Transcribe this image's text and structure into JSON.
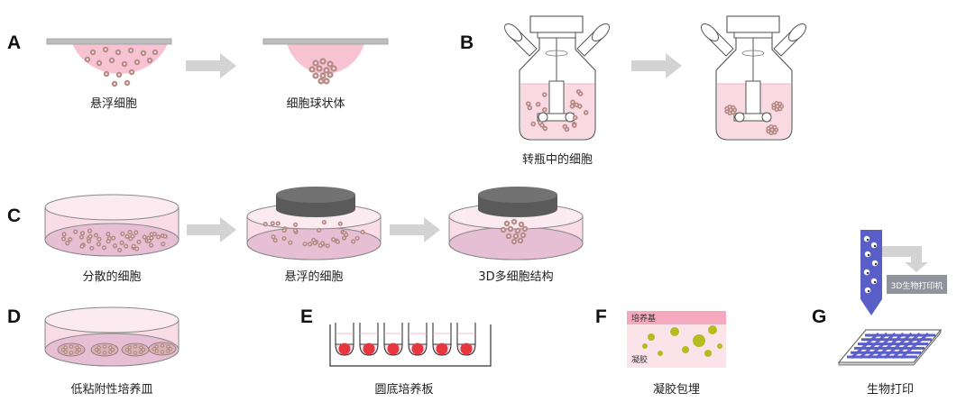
{
  "panels": [
    {
      "letter": "A",
      "captions": [
        "悬浮细胞",
        "细胞球状体"
      ]
    },
    {
      "letter": "B",
      "captions": [
        "转瓶中的细胞"
      ]
    },
    {
      "letter": "C",
      "captions": [
        "分散的细胞",
        "悬浮的细胞",
        "3D多细胞结构"
      ]
    },
    {
      "letter": "D",
      "captions": [
        "低粘附性培养皿"
      ]
    },
    {
      "letter": "E",
      "captions": [
        "圆底培养板"
      ]
    },
    {
      "letter": "F",
      "captions": [
        "凝胶包埋"
      ],
      "labels": {
        "medium": "培养基",
        "gel": "凝胶"
      }
    },
    {
      "letter": "G",
      "captions": [
        "生物打印"
      ],
      "labels": {
        "printer": "3D生物打印机"
      }
    }
  ],
  "colors": {
    "pink_light": "#f9d9e2",
    "pink_medium": "#f4b8c9",
    "cell": "#b58a84",
    "arrow": "#d0d0d0",
    "lid_dark": "#5a5a5a",
    "bead_red": "#e8363f",
    "gel_green": "#b4bd1f",
    "printer_blue": "#5a5fc8",
    "printer_box": "#8f949e"
  }
}
